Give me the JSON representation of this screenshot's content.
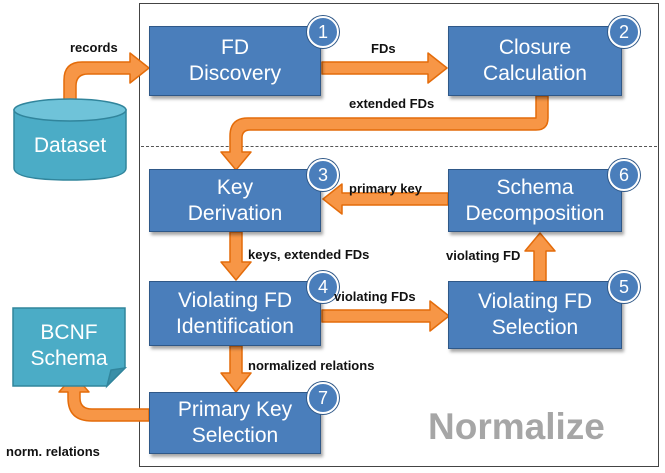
{
  "section_title": "Normalize",
  "input": {
    "label": "Dataset"
  },
  "output": {
    "lines": [
      "BCNF",
      "Schema"
    ]
  },
  "steps": [
    {
      "number": "1",
      "lines": [
        "FD",
        "Discovery"
      ]
    },
    {
      "number": "2",
      "lines": [
        "Closure",
        "Calculation"
      ]
    },
    {
      "number": "3",
      "lines": [
        "Key",
        "Derivation"
      ]
    },
    {
      "number": "4",
      "lines": [
        "Violating FD",
        "Identification"
      ]
    },
    {
      "number": "5",
      "lines": [
        "Violating FD",
        "Selection"
      ]
    },
    {
      "number": "6",
      "lines": [
        "Schema",
        "Decomposition"
      ]
    },
    {
      "number": "7",
      "lines": [
        "Primary Key",
        "Selection"
      ]
    }
  ],
  "edges": [
    {
      "label": "records"
    },
    {
      "label": "FDs"
    },
    {
      "label": "extended FDs"
    },
    {
      "label": "primary key"
    },
    {
      "label": "keys, extended FDs"
    },
    {
      "label": "violating FDs"
    },
    {
      "label": "violating FD"
    },
    {
      "label": "normalized relations"
    },
    {
      "label": "norm. relations"
    }
  ],
  "colors": {
    "box_fill": "#4a7ebb",
    "box_border": "#2f5888",
    "arrow_fill": "#f79646",
    "arrow_stroke": "#e46c0a",
    "cylinder_fill": "#4bacc6",
    "document_fill": "#4bacc6",
    "title_gray": "#a6a6a6"
  }
}
